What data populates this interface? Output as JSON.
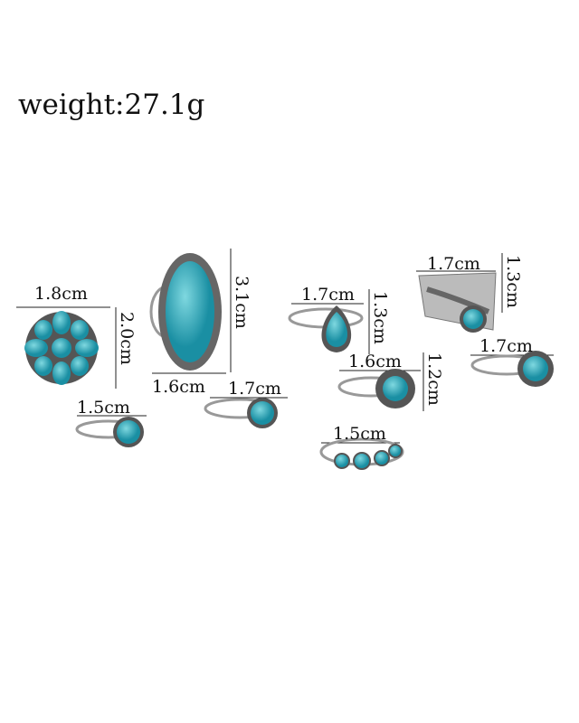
{
  "weight_label": "weight:27.1g",
  "dimensions": {
    "flower_width": "1.8cm",
    "flower_height": "2.0cm",
    "small_round_width": "1.5cm",
    "oval_height": "3.1cm",
    "oval_width": "1.6cm",
    "leaf_round_width": "1.7cm",
    "teardrop_width": "1.7cm",
    "teardrop_height": "1.3cm",
    "beaded_round_width": "1.6cm",
    "beaded_round_height": "1.2cm",
    "five_stone_width": "1.5cm",
    "feather_width": "1.7cm",
    "feather_height": "1.3cm",
    "right_round_width": "1.7cm"
  },
  "colors": {
    "turquoise": "#2fa8b8",
    "silver": "#9a9a9a"
  }
}
